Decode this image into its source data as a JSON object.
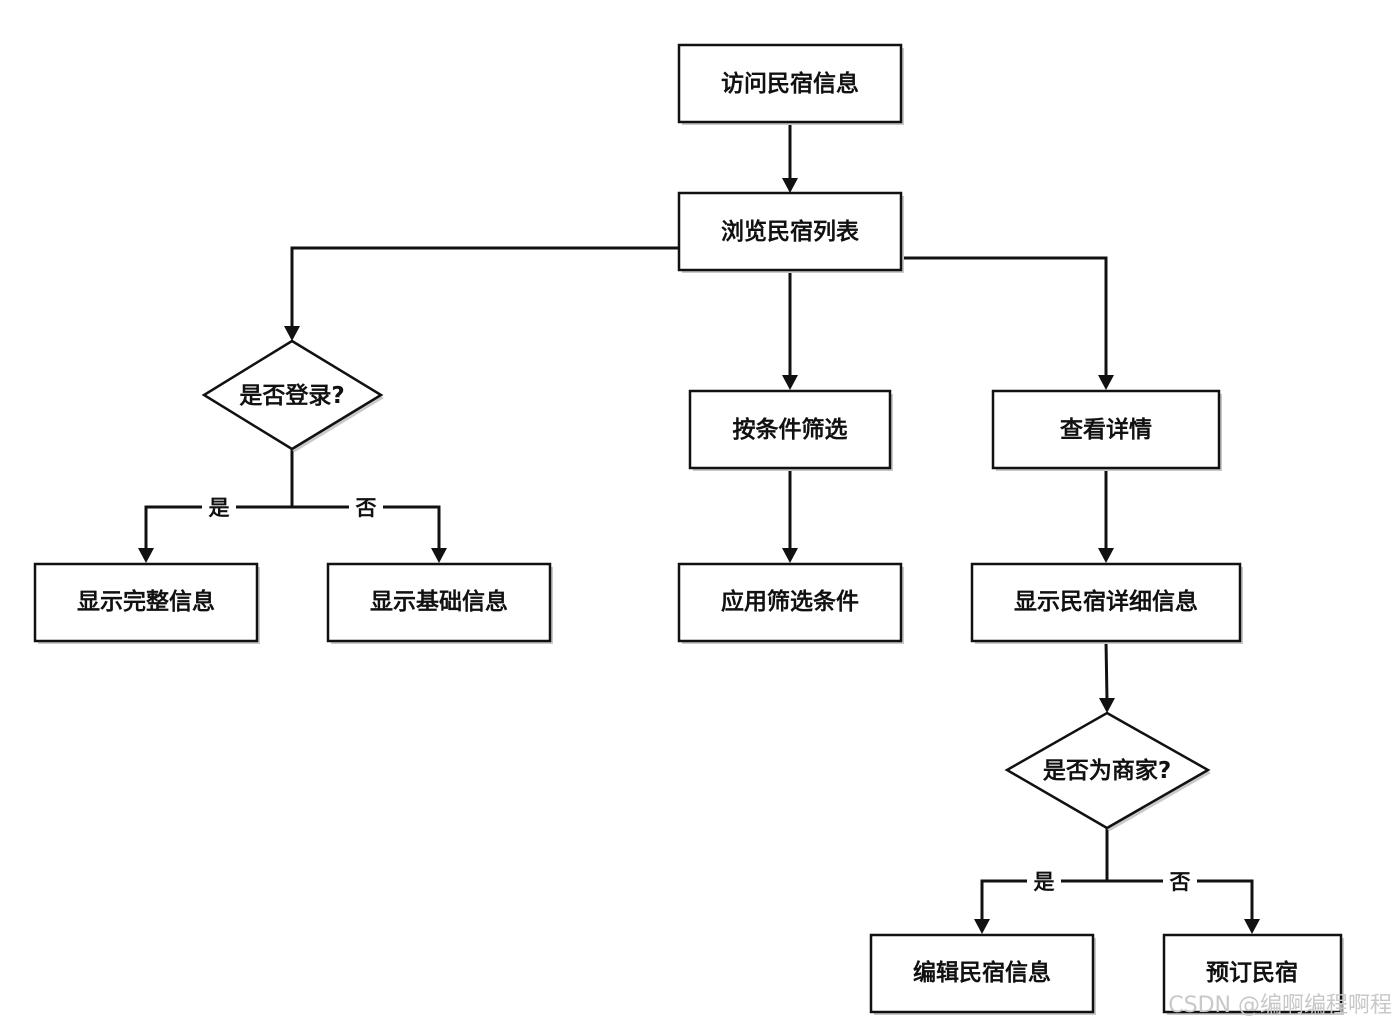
{
  "nodes": {
    "visit": "访问民宿信息",
    "browse": "浏览民宿列表",
    "login_q": "是否登录?",
    "filter": "按条件筛选",
    "detail": "查看详情",
    "full_info": "显示完整信息",
    "basic_info": "显示基础信息",
    "apply_filter": "应用筛选条件",
    "show_detail": "显示民宿详细信息",
    "merchant_q": "是否为商家?",
    "edit_info": "编辑民宿信息",
    "book": "预订民宿"
  },
  "edges": {
    "login_yes": "是",
    "login_no": "否",
    "merchant_yes": "是",
    "merchant_no": "否"
  },
  "watermark": "CSDN @编啊编程啊程"
}
